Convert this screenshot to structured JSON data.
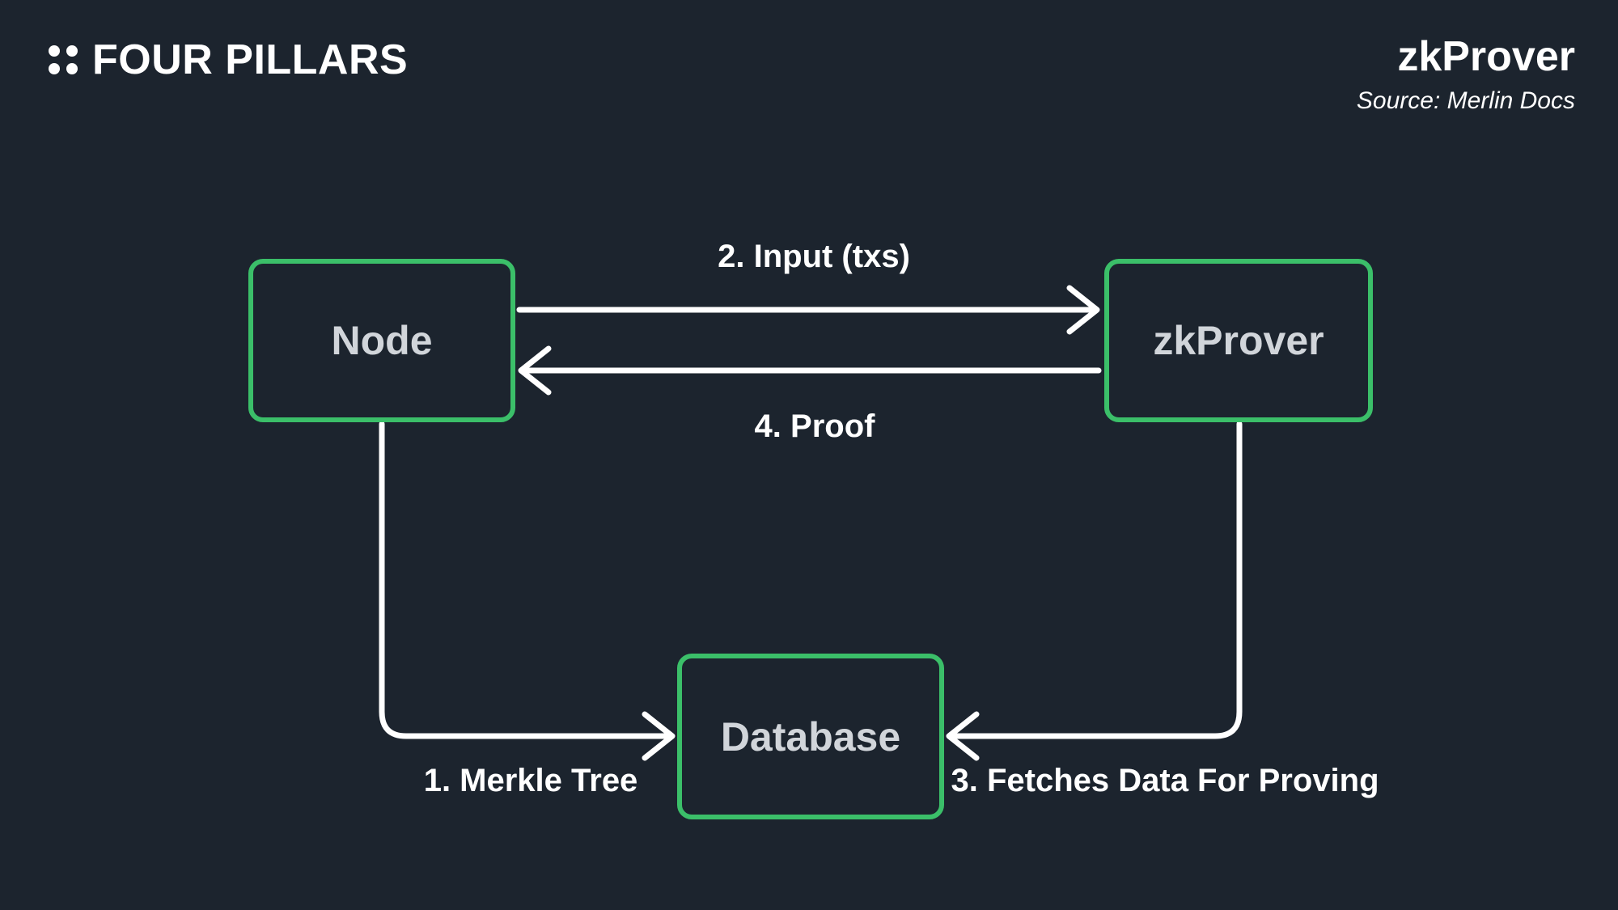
{
  "header": {
    "logo_text": "FOUR PILLARS",
    "title": "zkProver",
    "source": "Source: Merlin Docs"
  },
  "colors": {
    "background": "#1c242e",
    "accent_green": "#3bbf69",
    "box_label": "#d1d5da",
    "text_white": "#ffffff"
  },
  "diagram": {
    "nodes": [
      {
        "id": "node",
        "label": "Node"
      },
      {
        "id": "zkprover",
        "label": "zkProver"
      },
      {
        "id": "database",
        "label": "Database"
      }
    ],
    "edges": [
      {
        "step": "1. Merkle Tree",
        "from": "Node",
        "to": "Database"
      },
      {
        "step": "2. Input (txs)",
        "from": "Node",
        "to": "zkProver"
      },
      {
        "step": "3. Fetches Data For Proving",
        "from": "zkProver",
        "to": "Database"
      },
      {
        "step": "4. Proof",
        "from": "zkProver",
        "to": "Node"
      }
    ]
  }
}
